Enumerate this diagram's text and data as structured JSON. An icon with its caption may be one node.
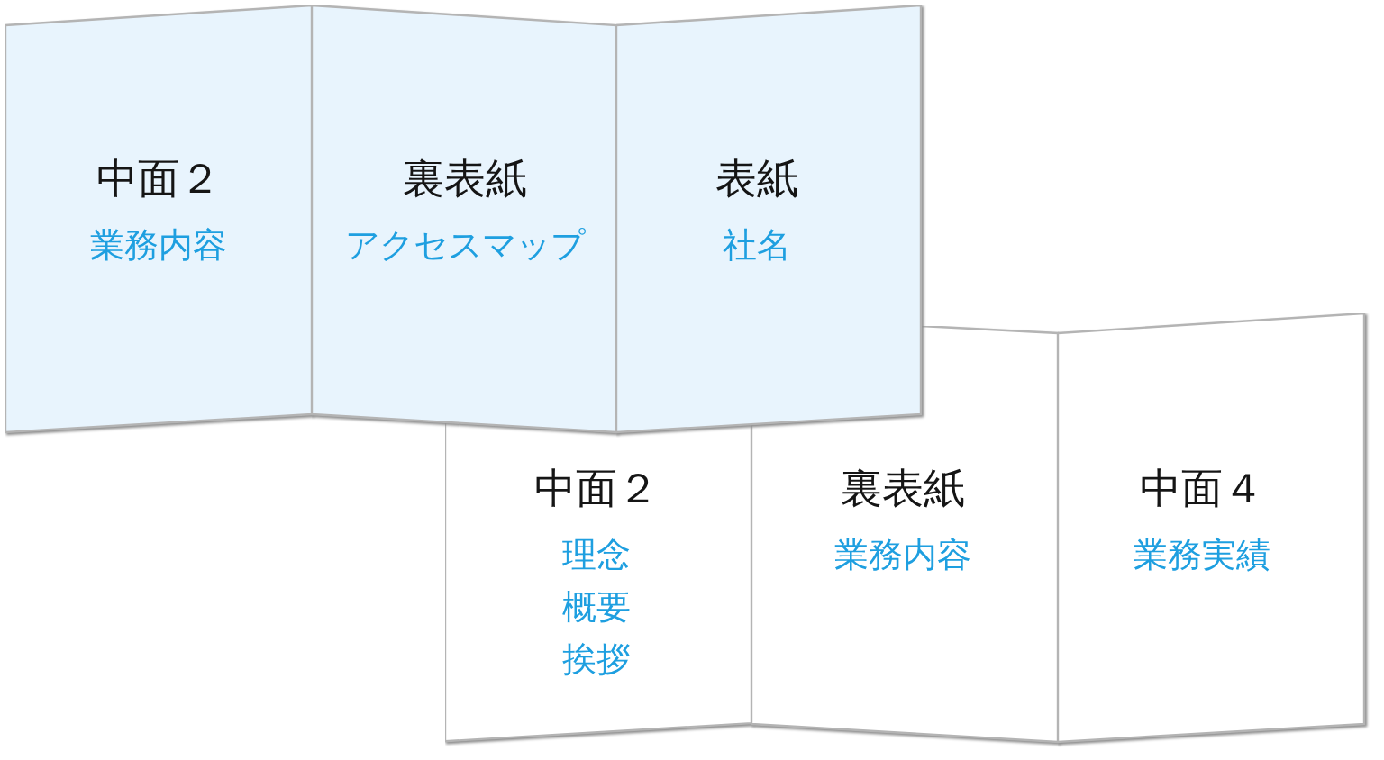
{
  "diagram": {
    "nodes": [
      {
        "text": [
          "中面２",
          "業務内容"
        ]
      },
      {
        "text": [
          "裏表紙",
          "アクセスマップ"
        ]
      },
      {
        "text": [
          "表紙",
          "社名"
        ]
      },
      {
        "text": [
          "中面２",
          "理念",
          "概要",
          "挨拶"
        ]
      },
      {
        "text": [
          "裏表紙",
          "業務内容"
        ]
      },
      {
        "text": [
          "中面４",
          "業務実績"
        ]
      }
    ]
  }
}
